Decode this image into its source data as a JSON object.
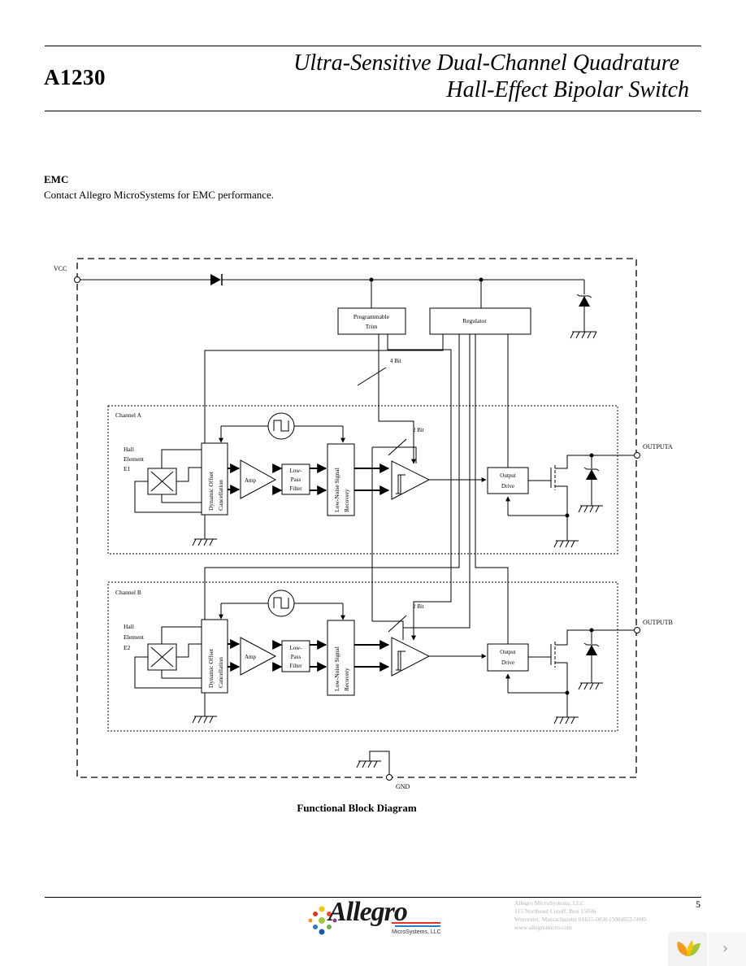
{
  "header": {
    "part_number": "A1230",
    "title_line1": "Ultra-Sensitive Dual-Channel Quadrature",
    "title_line2": "Hall-Effect Bipolar Switch"
  },
  "emc": {
    "heading": "EMC",
    "text": "Contact Allegro MicroSystems for EMC performance."
  },
  "diagram": {
    "vcc": "VCC",
    "gnd": "GND",
    "programmable_trim": [
      "Programmable",
      "Trim"
    ],
    "regulator": "Regulator",
    "bus_4": "4 Bit",
    "bus_2": "2 Bit",
    "channel_a": {
      "title": "Channel A",
      "hall": [
        "Hall",
        "Element",
        "E1"
      ],
      "output": "OUTPUTA"
    },
    "channel_b": {
      "title": "Channel B",
      "hall": [
        "Hall",
        "Element",
        "E2"
      ],
      "output": "OUTPUTB"
    },
    "offset_cancel": [
      "Dynamic Offset",
      "Cancellation"
    ],
    "amp": "Amp",
    "lpf": [
      "Low-",
      "Pass",
      "Filter"
    ],
    "lownoise": [
      "Low-Noise Signal",
      "Recovery"
    ],
    "output_drive": [
      "Output",
      "Drive"
    ]
  },
  "caption": "Functional Block Diagram",
  "footer": {
    "logo_text": "Allegro",
    "logo_sub": "MicroSystems, LLC",
    "address": [
      "Allegro MicroSystems, LLC",
      "115 Northeast Cutoff, Box 15036",
      "Worcester, Massachusetts 01615-0036  (508)853-5000",
      "www.allegromicro.com"
    ],
    "page_number": "5"
  }
}
